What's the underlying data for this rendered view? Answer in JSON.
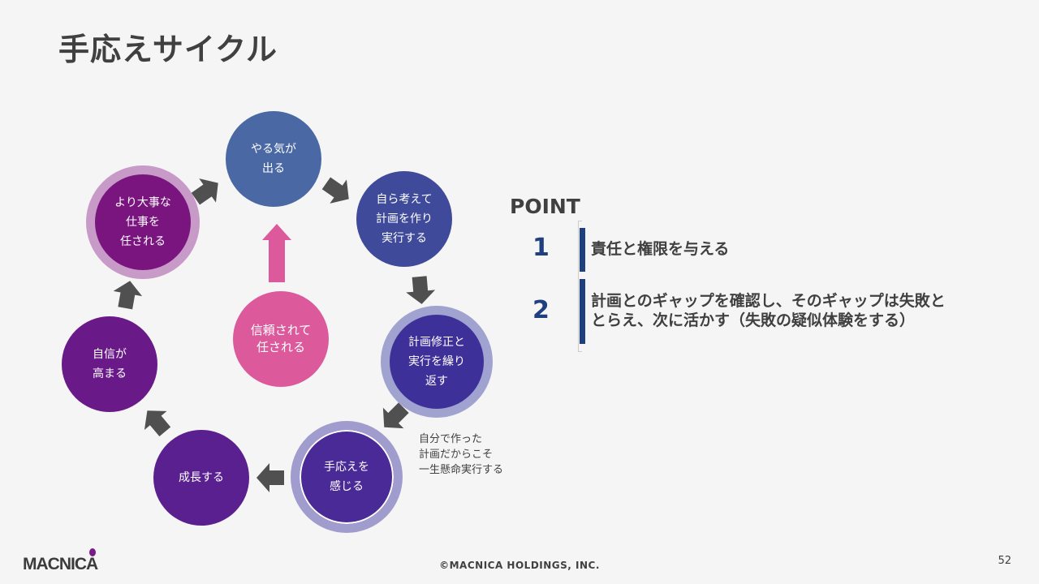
{
  "title": "手応えサイクル",
  "cycle": {
    "motivation": "やる気が\n出る",
    "plan_execute": "自ら考えて\n計画を作り\n実行する",
    "revise_repeat": "計画修正と\n実行を繰り\n返す",
    "feel_response": "手応えを\n感じる",
    "grow": "成長する",
    "confidence": "自信が\n高まる",
    "bigger_work": "より大事な\n仕事を\n任される",
    "trusted": "信頼されて\n任される",
    "note": "自分で作った\n計画だからこそ\n一生懸命実行する"
  },
  "points": {
    "heading": "POINT",
    "items": [
      {
        "num": "1",
        "text": "責任と権限を与える"
      },
      {
        "num": "2",
        "text": "計画とのギャップを確認し、そのギャップは失敗と\nとらえ、次に活かす（失敗の疑似体験をする）"
      }
    ]
  },
  "footer": {
    "copyright": "©MACNICA HOLDINGS, INC.",
    "page": "52",
    "logo": "MACNICA"
  },
  "colors": {
    "accent": "#1f3f7f",
    "arrow": "#505050",
    "pink": "#dc5a9c"
  }
}
